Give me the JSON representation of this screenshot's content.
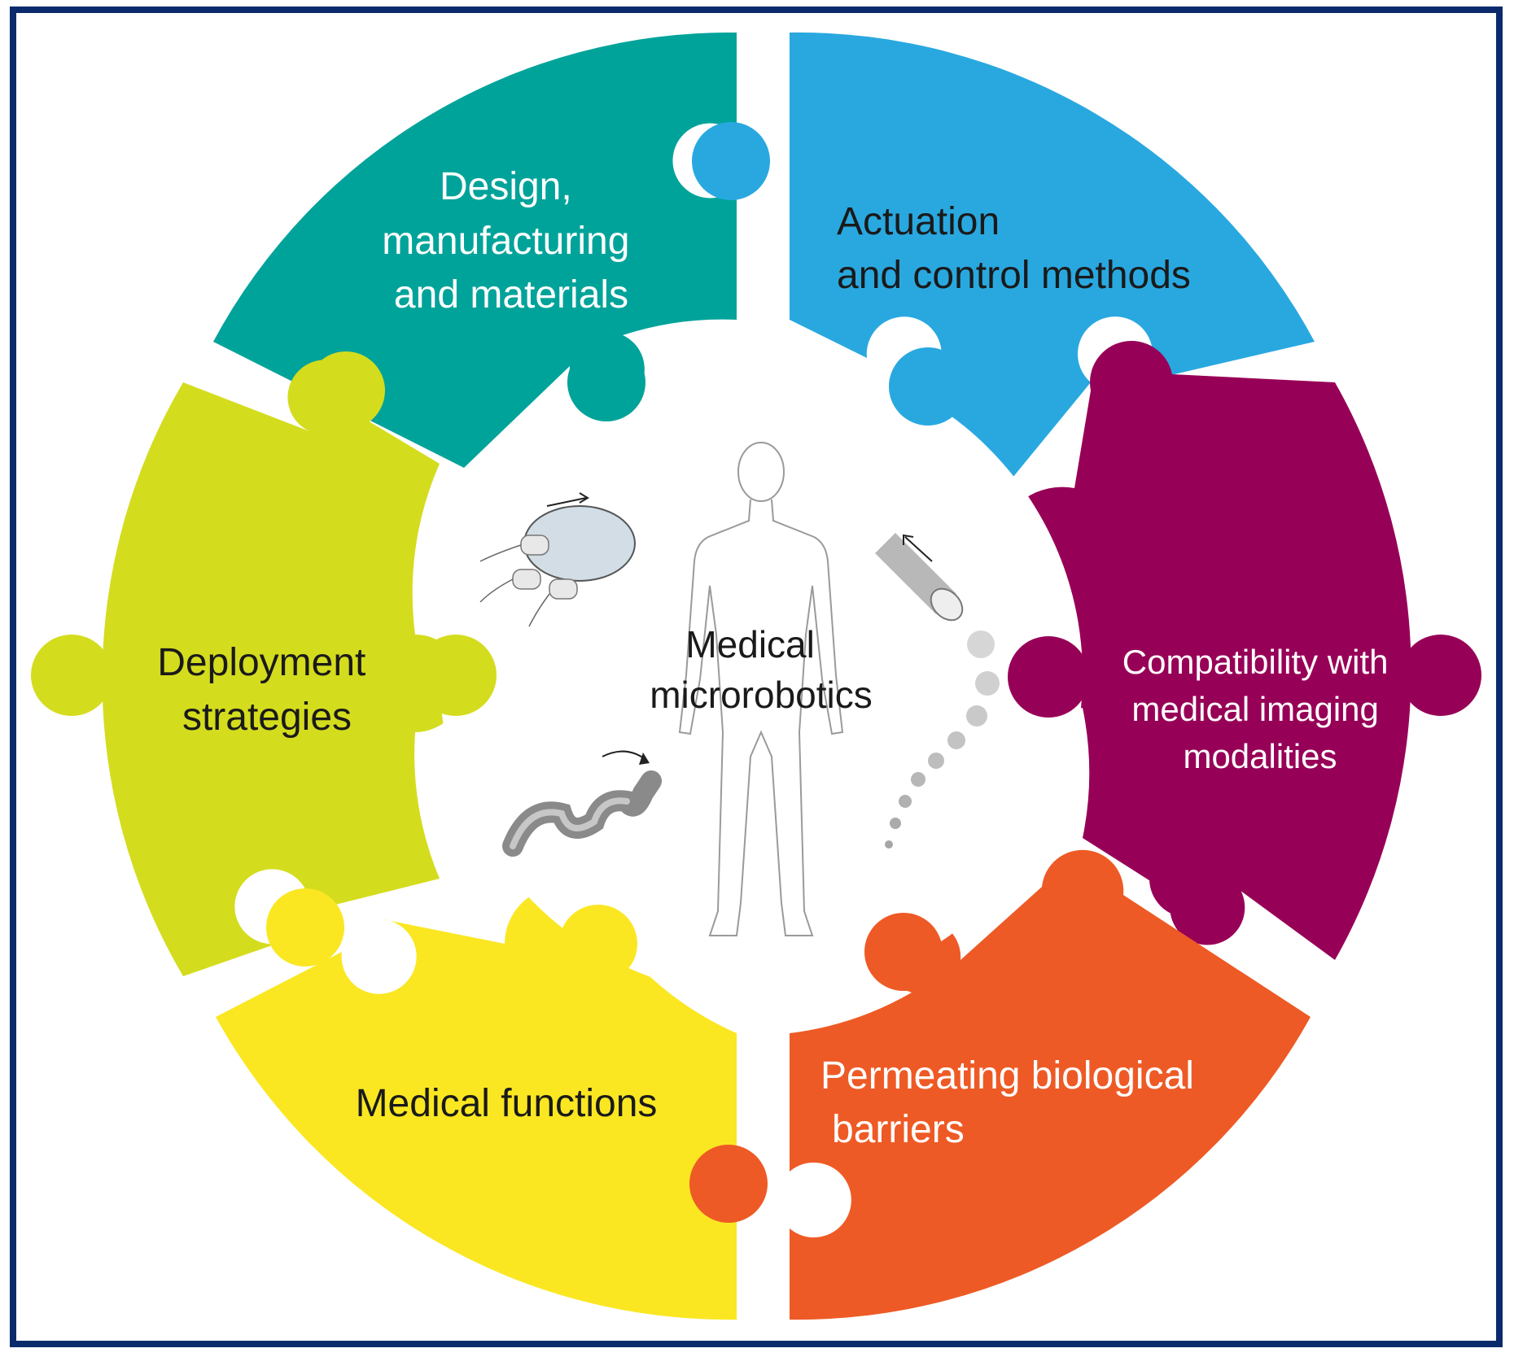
{
  "center": {
    "title_line1": "Medical",
    "title_line2": "microrobotics"
  },
  "pieces": [
    {
      "id": "design",
      "color": "#00A39A",
      "text_color": "#ffffff",
      "lines": [
        "Design,",
        "manufacturing",
        "and materials"
      ]
    },
    {
      "id": "actuation",
      "color": "#29A8E0",
      "text_color": "#1a1a1a",
      "lines": [
        "Actuation",
        "and control methods"
      ]
    },
    {
      "id": "imaging",
      "color": "#970057",
      "text_color": "#ffffff",
      "lines": [
        "Compatibility with",
        "medical imaging",
        "modalities"
      ]
    },
    {
      "id": "barriers",
      "color": "#EE5A25",
      "text_color": "#ffffff",
      "lines": [
        "Permeating biological",
        "barriers"
      ]
    },
    {
      "id": "functions",
      "color": "#FAE722",
      "text_color": "#1a1a1a",
      "lines": [
        "Medical functions"
      ]
    },
    {
      "id": "deployment",
      "color": "#D4DC1E",
      "text_color": "#1a1a1a",
      "lines": [
        "Deployment",
        "strategies"
      ]
    }
  ],
  "colors": {
    "border": "#0B2A6B",
    "background": "#ffffff",
    "illustration": "#9a9a9a"
  }
}
